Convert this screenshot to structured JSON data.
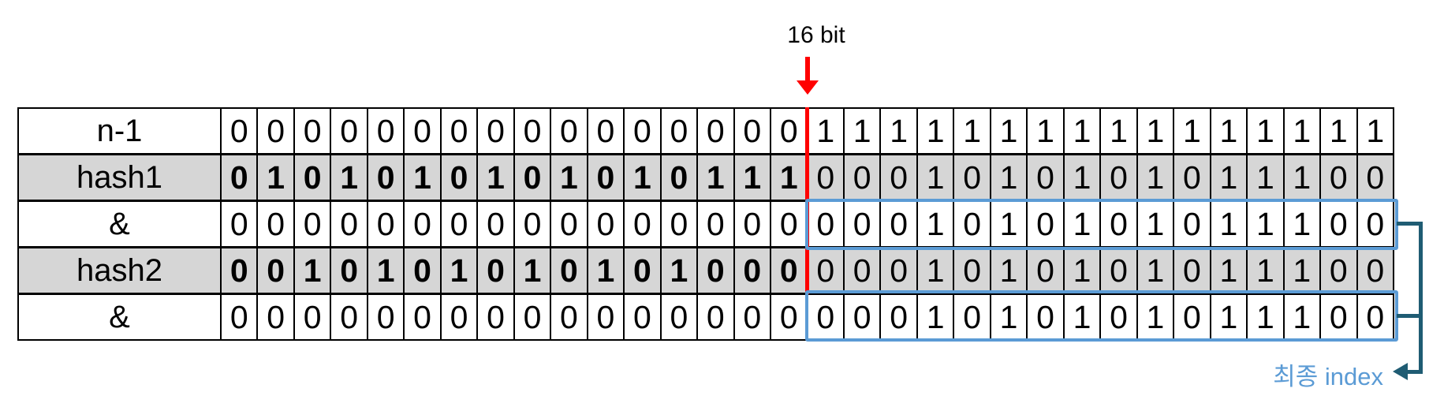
{
  "colors": {
    "grid": "#000000",
    "row_plain": "#ffffff",
    "row_shaded": "#d6d6d6",
    "red_marker": "#ff0000",
    "highlight_border": "#5b9bd5",
    "bracket": "#1f5c73",
    "final_label_text": "#5b9bd5"
  },
  "annotations": {
    "bit_marker_label": "16 bit",
    "final_index_label": "최종 index"
  },
  "table": {
    "bit_count": 32,
    "split_at": 16,
    "rows": [
      {
        "label": "n-1",
        "bits": "00000000000000001111111111111111",
        "shaded": false,
        "bold_left": false,
        "highlight_right": false
      },
      {
        "label": "hash1",
        "bits": "01010101010101110001010101011100",
        "shaded": true,
        "bold_left": true,
        "highlight_right": false
      },
      {
        "label": "&",
        "bits": "00000000000000000001010101011100",
        "shaded": false,
        "bold_left": false,
        "highlight_right": true
      },
      {
        "label": "hash2",
        "bits": "00101010101010000001010101011100",
        "shaded": true,
        "bold_left": true,
        "highlight_right": false
      },
      {
        "label": "&",
        "bits": "00000000000000000001010101011100",
        "shaded": false,
        "bold_left": false,
        "highlight_right": true
      }
    ]
  }
}
